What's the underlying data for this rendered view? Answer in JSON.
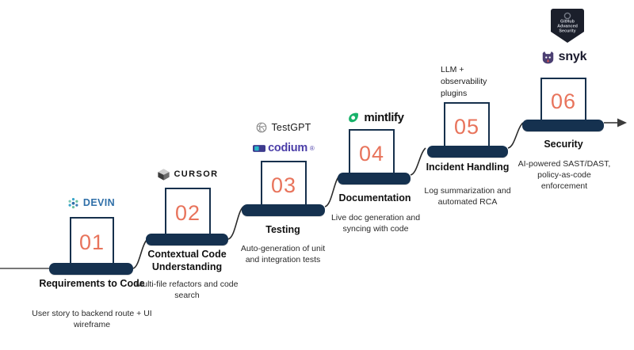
{
  "diagram": {
    "type": "staircase-process-flow",
    "accent_number_color": "#e8745c",
    "bar_color": "#15314f",
    "baseline_color": "#4a4a4a",
    "background": "#ffffff",
    "steps": [
      {
        "number": "01",
        "title": "Requirements to Code",
        "description": "User story to backend route + UI wireframe",
        "logos": [
          {
            "name": "devin-logo",
            "label": "DEVIN"
          }
        ]
      },
      {
        "number": "02",
        "title": "Contextual Code Understanding",
        "description": "Multi-file refactors and code search",
        "logos": [
          {
            "name": "cursor-logo",
            "label": "CURSOR"
          }
        ]
      },
      {
        "number": "03",
        "title": "Testing",
        "description": "Auto-generation of unit and integration tests",
        "logos": [
          {
            "name": "testgpt-logo",
            "label": "TestGPT"
          },
          {
            "name": "codium-logo",
            "label": "codium"
          }
        ]
      },
      {
        "number": "04",
        "title": "Documentation",
        "description": "Live doc generation and syncing with code",
        "logos": [
          {
            "name": "mintlify-logo",
            "label": "mintlify"
          }
        ]
      },
      {
        "number": "05",
        "title": "Incident Handling",
        "description": "Log summarization and automated RCA",
        "note": "LLM +\nobservability\nplugins",
        "logos": []
      },
      {
        "number": "06",
        "title": "Security",
        "description": "AI-powered SAST/DAST, policy-as-code enforcement",
        "logos": [
          {
            "name": "github-advanced-security-badge",
            "label": "GitHub Advanced Security"
          },
          {
            "name": "snyk-logo",
            "label": "snyk"
          }
        ]
      }
    ]
  }
}
